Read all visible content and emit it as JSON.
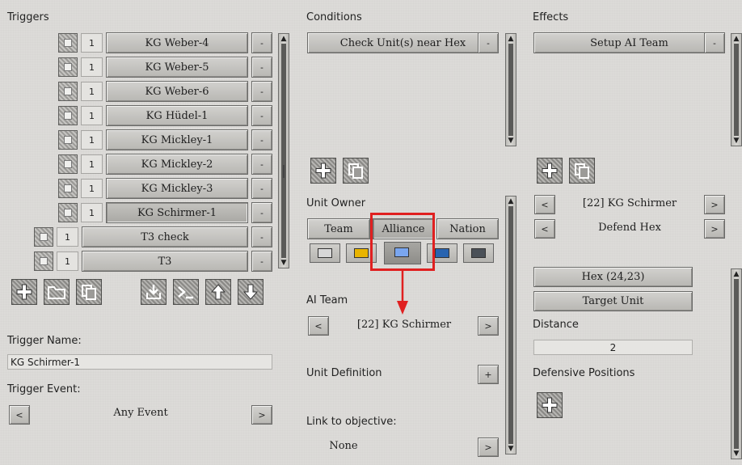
{
  "triggers": {
    "header": "Triggers",
    "rows": [
      {
        "num": "1",
        "name": "KG Weber-4"
      },
      {
        "num": "1",
        "name": "KG Weber-5"
      },
      {
        "num": "1",
        "name": "KG Weber-6"
      },
      {
        "num": "1",
        "name": "KG Hüdel-1"
      },
      {
        "num": "1",
        "name": "KG Mickley-1"
      },
      {
        "num": "1",
        "name": "KG Mickley-2"
      },
      {
        "num": "1",
        "name": "KG Mickley-3"
      },
      {
        "num": "1",
        "name": "KG Schirmer-1"
      },
      {
        "num": "1",
        "name": "T3 check"
      },
      {
        "num": "1",
        "name": "T3"
      }
    ],
    "remove_label": "-",
    "name_label": "Trigger Name:",
    "name_value": "KG Schirmer-1",
    "event_label": "Trigger Event:",
    "event_value": "Any Event",
    "prev": "<",
    "next": ">"
  },
  "conditions": {
    "header": "Conditions",
    "items": [
      "Check Unit(s) near Hex"
    ],
    "remove_label": "-",
    "unit_owner_label": "Unit Owner",
    "owner_tabs": [
      "Team",
      "Alliance",
      "Nation"
    ],
    "selected_tab": "Alliance",
    "swatch_colors": [
      "#d7d7d7",
      "#e8b400",
      "#7aa6ef",
      "#2864b0",
      "#4b5158"
    ],
    "selected_swatch": 2,
    "ai_team_label": "AI Team",
    "ai_team_value": "[22] KG Schirmer",
    "unit_def_label": "Unit Definition",
    "unit_def_btn": "+",
    "link_label": "Link to objective:",
    "link_value": "None",
    "prev": "<",
    "next": ">"
  },
  "effects": {
    "header": "Effects",
    "items": [
      "Setup AI Team"
    ],
    "remove_label": "-",
    "team_value": "[22] KG Schirmer",
    "order_value": "Defend Hex",
    "hex_btn": "Hex (24,23)",
    "target_btn": "Target Unit",
    "distance_label": "Distance",
    "distance_value": "2",
    "defensive_label": "Defensive Positions",
    "prev": "<",
    "next": ">"
  },
  "accent_color": "#e02020"
}
